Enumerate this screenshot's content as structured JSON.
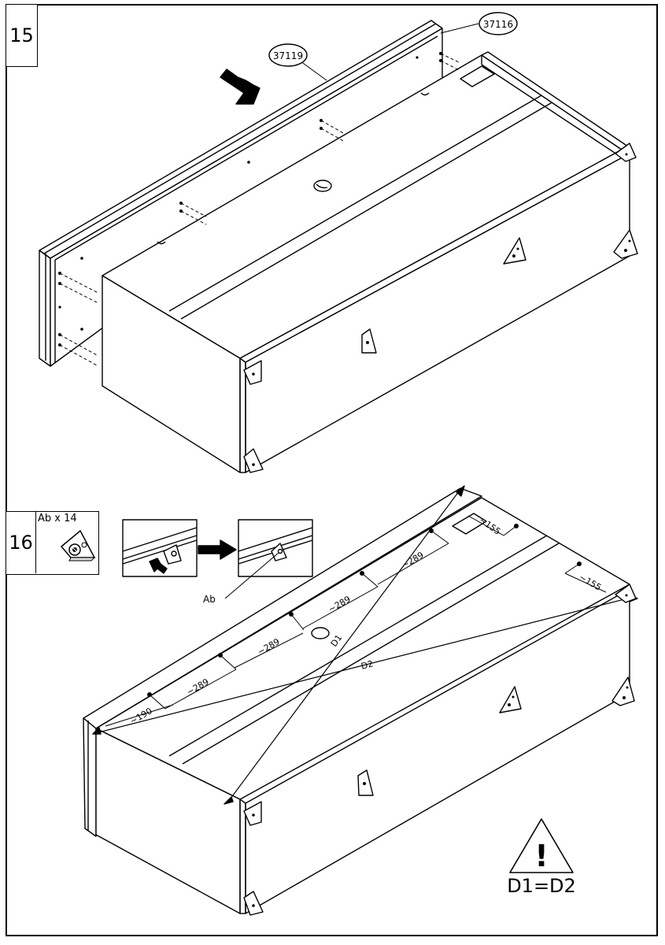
{
  "step15": {
    "number": "15",
    "callout_back_panel": "37119",
    "callout_dowel": "37116"
  },
  "step16": {
    "number": "16",
    "parts_label": "Ab x 14",
    "part_callout": "Ab",
    "dimensions": [
      "~190",
      "~289",
      "~289",
      "~289",
      "~289",
      "~155",
      "~155"
    ],
    "diagonal_1": "D1",
    "diagonal_2": "D2",
    "warning_text": "D1=D2",
    "warning_icon": "warning-triangle-exclamation"
  }
}
